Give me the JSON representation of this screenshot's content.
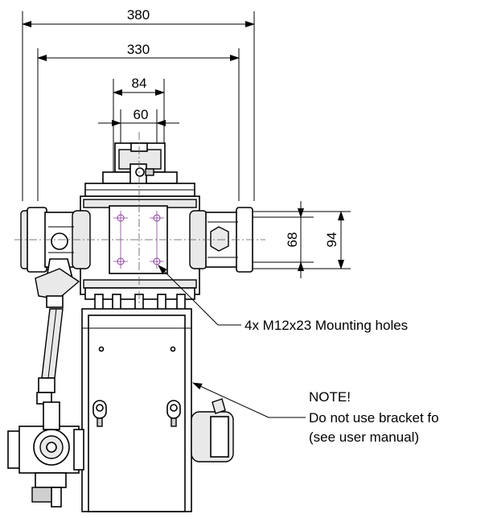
{
  "dimensions": {
    "overall_width": "380",
    "flange_width": "330",
    "outer_hole_spacing": "84",
    "inner_hole_spacing": "60",
    "vertical_inner": "68",
    "vertical_outer": "94"
  },
  "callouts": {
    "mounting_holes": "4x M12x23 Mounting holes",
    "note_title": "NOTE!",
    "note_line1": "Do not use bracket fo",
    "note_line2": "(see user manual)"
  }
}
